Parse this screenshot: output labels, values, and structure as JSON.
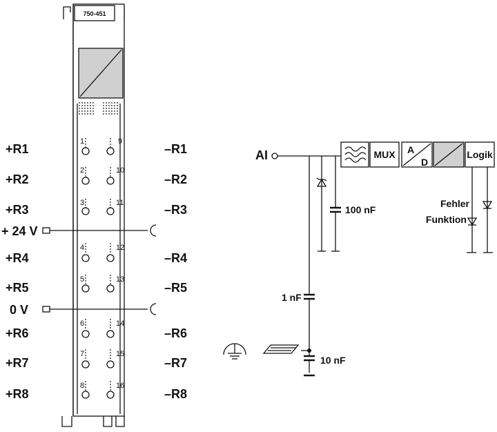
{
  "module": {
    "label": "750-451"
  },
  "left_labels": [
    "+R1",
    "+R2",
    "+R3",
    "+ 24 V",
    "+R4",
    "+R5",
    "0 V",
    "+R6",
    "+R7",
    "+R8"
  ],
  "right_labels": [
    "–R1",
    "–R2",
    "–R3",
    "–R4",
    "–R5",
    "–R6",
    "–R7",
    "–R8"
  ],
  "terminals_left": [
    "1",
    "2",
    "3",
    "4",
    "5",
    "6",
    "7",
    "8"
  ],
  "terminals_right": [
    "9",
    "10",
    "11",
    "12",
    "13",
    "14",
    "15",
    "16"
  ],
  "circuit": {
    "input": "AI",
    "blocks": {
      "mux": "MUX",
      "adc_a": "A",
      "adc_d": "D",
      "logic": "Logik"
    },
    "components": {
      "c_input": "100 nF",
      "c_series": "1 nF",
      "c_ground": "10 nF"
    },
    "leds": {
      "error": "Fehler",
      "function": "Funktion"
    }
  }
}
